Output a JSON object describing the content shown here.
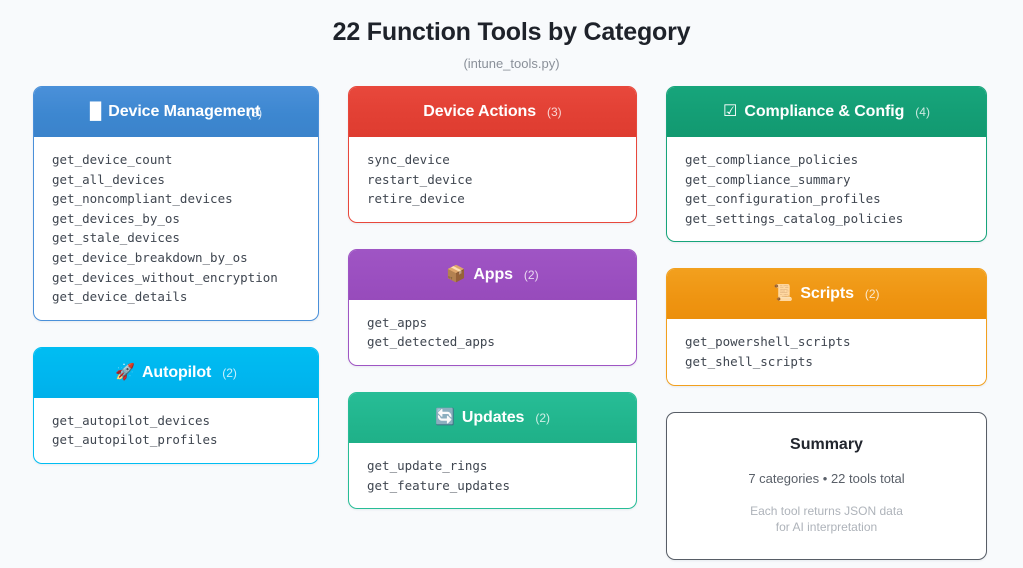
{
  "header": {
    "title": "22 Function Tools by Category",
    "subtitle": "(intune_tools.py)"
  },
  "columns": [
    {
      "name": "column-left",
      "cards": [
        {
          "id": "device-management",
          "title": "Device Management",
          "count": "(8)",
          "icon": "mobile-device-icon",
          "icon_glyph": "█",
          "theme": "blue",
          "color": "#4a90d9",
          "count_overlap": true,
          "tools": [
            "get_device_count",
            "get_all_devices",
            "get_noncompliant_devices",
            "get_devices_by_os",
            "get_stale_devices",
            "get_device_breakdown_by_os",
            "get_devices_without_encryption",
            "get_device_details"
          ]
        },
        {
          "id": "autopilot",
          "title": "Autopilot",
          "count": "(2)",
          "icon": "rocket-icon",
          "icon_glyph": "🚀",
          "theme": "cyan",
          "color": "#00bdf2",
          "count_overlap": false,
          "tools": [
            "get_autopilot_devices",
            "get_autopilot_profiles"
          ]
        }
      ]
    },
    {
      "name": "column-middle",
      "cards": [
        {
          "id": "device-actions",
          "title": "Device Actions",
          "count": "(3)",
          "icon": "none-icon",
          "icon_glyph": "",
          "theme": "red",
          "color": "#e8483c",
          "count_overlap": false,
          "tools": [
            "sync_device",
            "restart_device",
            "retire_device"
          ]
        },
        {
          "id": "apps",
          "title": "Apps",
          "count": "(2)",
          "icon": "package-box-icon",
          "icon_glyph": "📦",
          "theme": "purple",
          "color": "#9f55c4",
          "count_overlap": false,
          "tools": [
            "get_apps",
            "get_detected_apps"
          ]
        },
        {
          "id": "updates",
          "title": "Updates",
          "count": "(2)",
          "icon": "refresh-sync-icon",
          "icon_glyph": "🔄",
          "theme": "teal",
          "color": "#27bd96",
          "count_overlap": false,
          "tools": [
            "get_update_rings",
            "get_feature_updates"
          ]
        }
      ]
    },
    {
      "name": "column-right",
      "cards": [
        {
          "id": "compliance-config",
          "title": "Compliance & Config",
          "count": "(4)",
          "icon": "checkbox-checked-icon",
          "icon_glyph": "☑",
          "theme": "green",
          "color": "#17a57b",
          "count_overlap": false,
          "tools": [
            "get_compliance_policies",
            "get_compliance_summary",
            "get_configuration_profiles",
            "get_settings_catalog_policies"
          ]
        },
        {
          "id": "scripts",
          "title": "Scripts",
          "count": "(2)",
          "icon": "scroll-icon",
          "icon_glyph": "📜",
          "theme": "orange",
          "color": "#f2a01e",
          "count_overlap": false,
          "tools": [
            "get_powershell_scripts",
            "get_shell_scripts"
          ]
        }
      ],
      "summary": {
        "title": "Summary",
        "stats": "7 categories • 22 tools total",
        "note_line1": "Each tool returns JSON data",
        "note_line2": "for AI interpretation"
      }
    }
  ]
}
